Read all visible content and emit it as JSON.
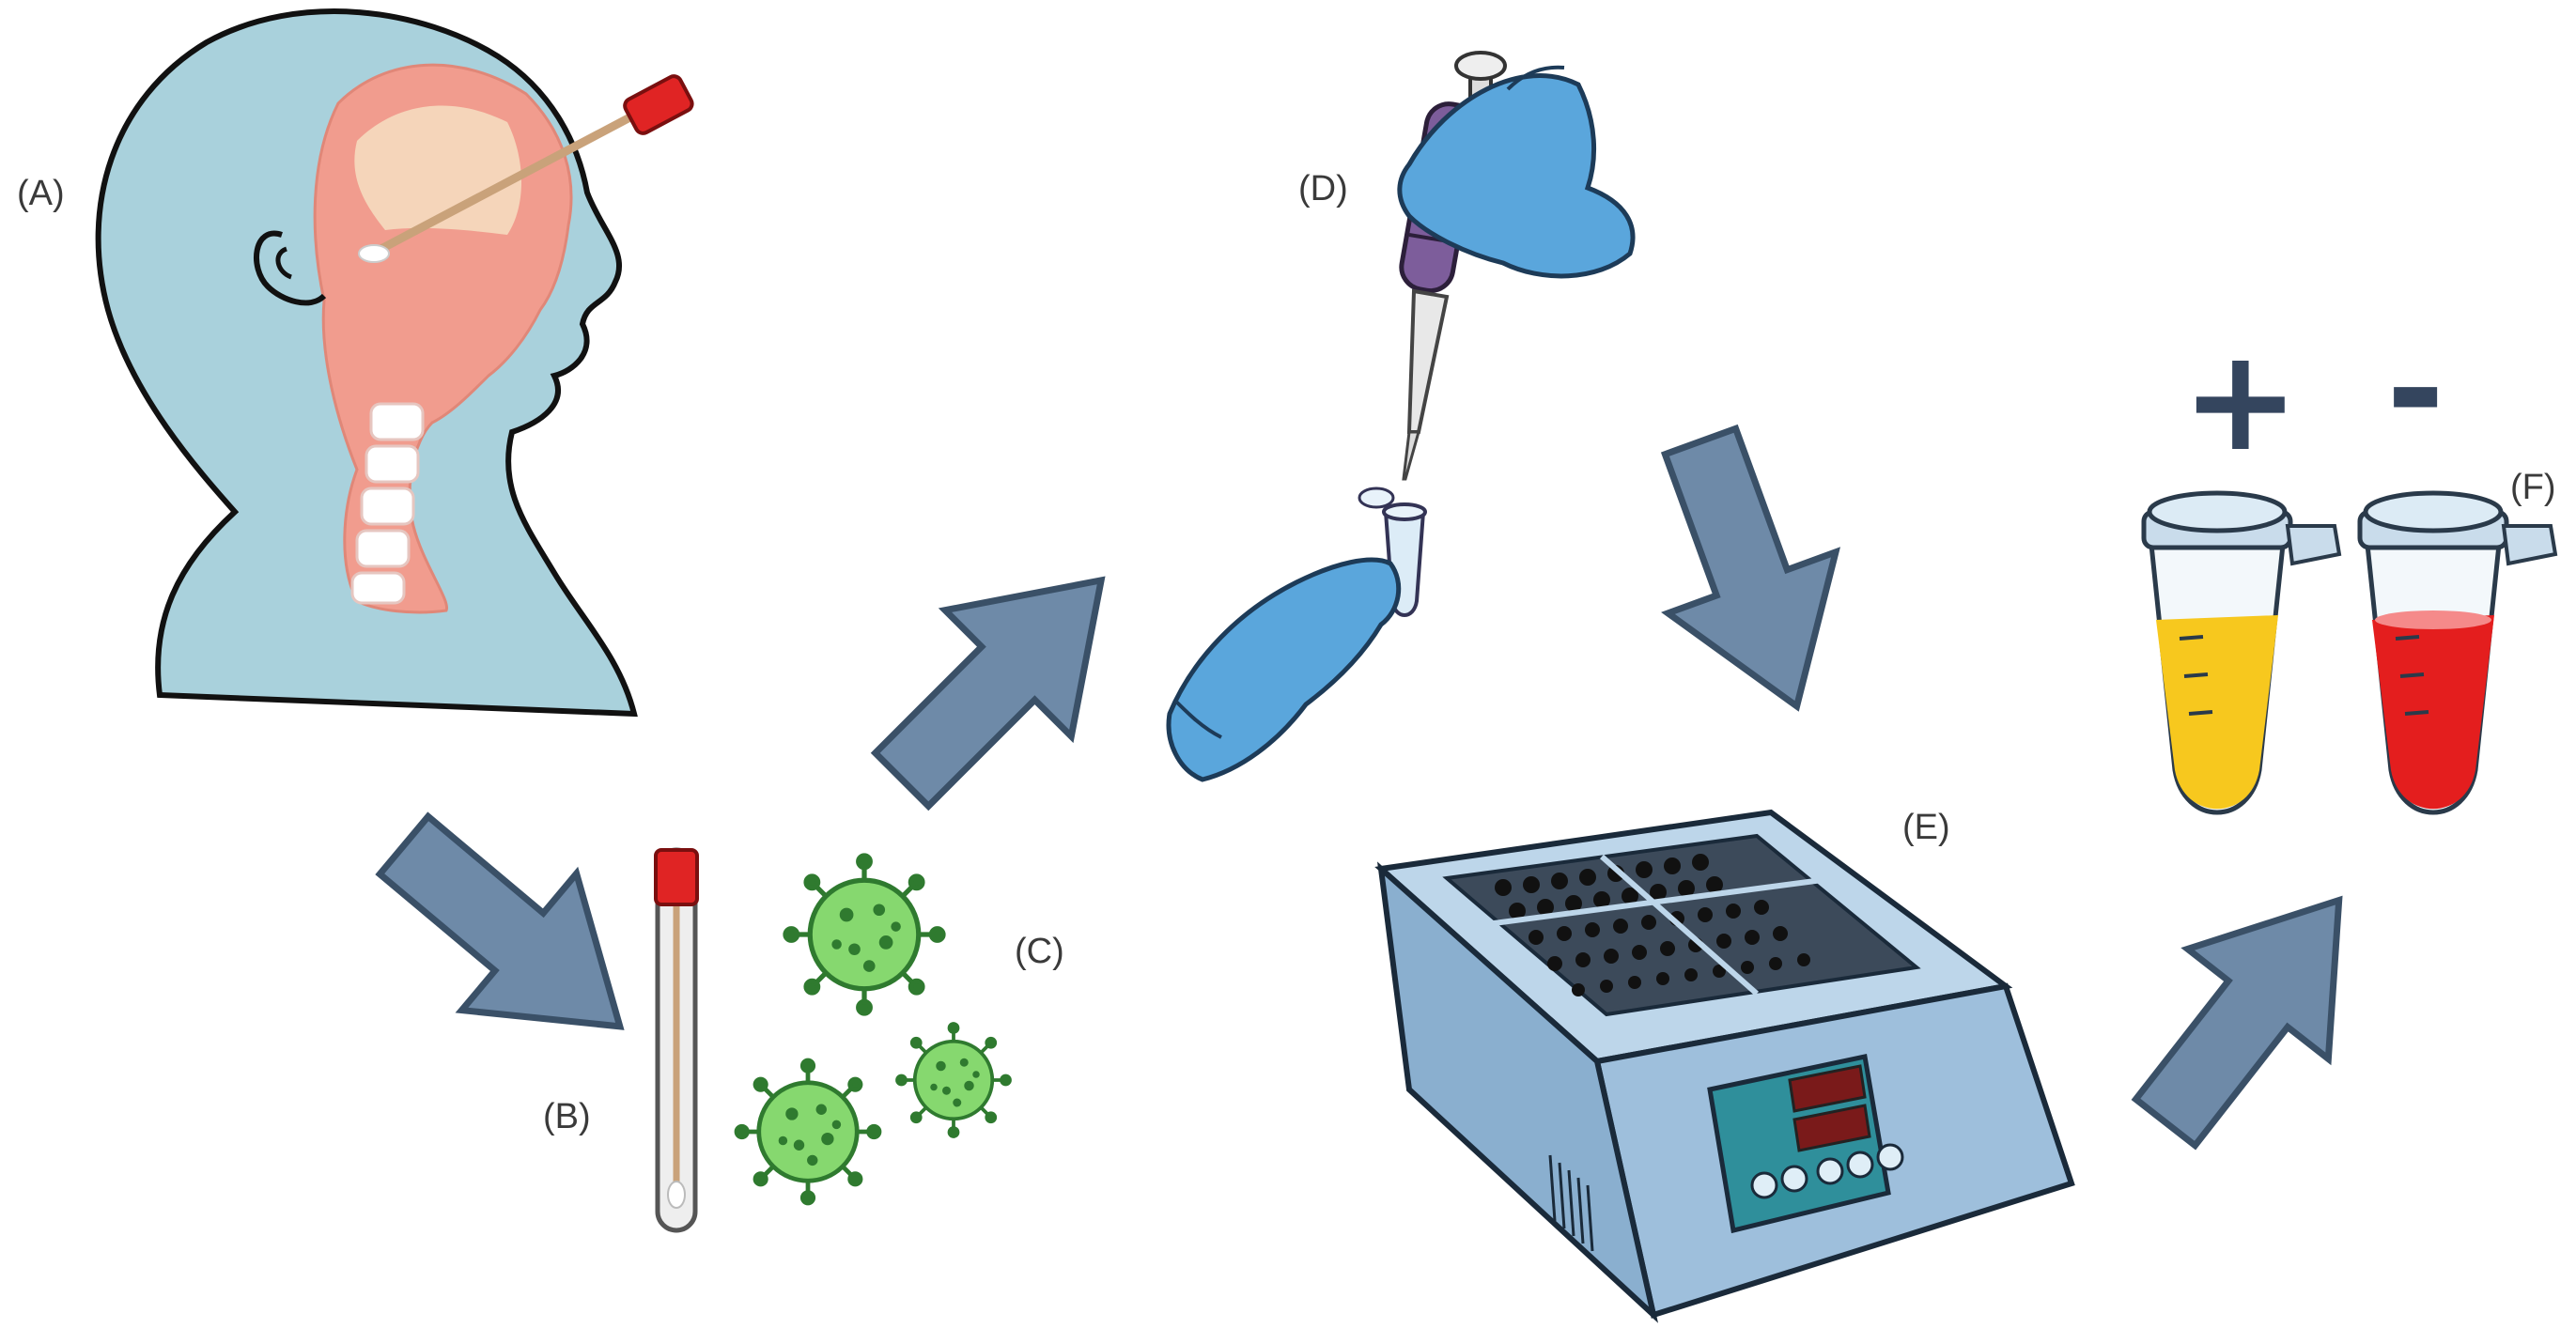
{
  "labels": {
    "a": "(A)",
    "b": "(B)",
    "c": "(C)",
    "d": "(D)",
    "e": "(E)",
    "f": "(F)"
  },
  "result_signs": {
    "positive": "+",
    "negative": "-"
  },
  "icons": {
    "head": "head-nasal-swab-icon",
    "swab_tube": "swab-tube-icon",
    "virus": "virus-icon",
    "pipette": "pipette-icon",
    "heat_block": "heat-block-icon",
    "tube_positive": "microtube-positive-icon",
    "tube_negative": "microtube-negative-icon"
  },
  "colors": {
    "arrow": "#6e8aa8",
    "arrow_outline": "#3a5067",
    "skin": "#a9d1dc",
    "tissue": "#f19c8e",
    "glove": "#5aa6dc",
    "virus": "#86d86f",
    "positive_liquid": "#f7c81e",
    "negative_liquid": "#e41e1e",
    "device": "#a9c6e0"
  }
}
